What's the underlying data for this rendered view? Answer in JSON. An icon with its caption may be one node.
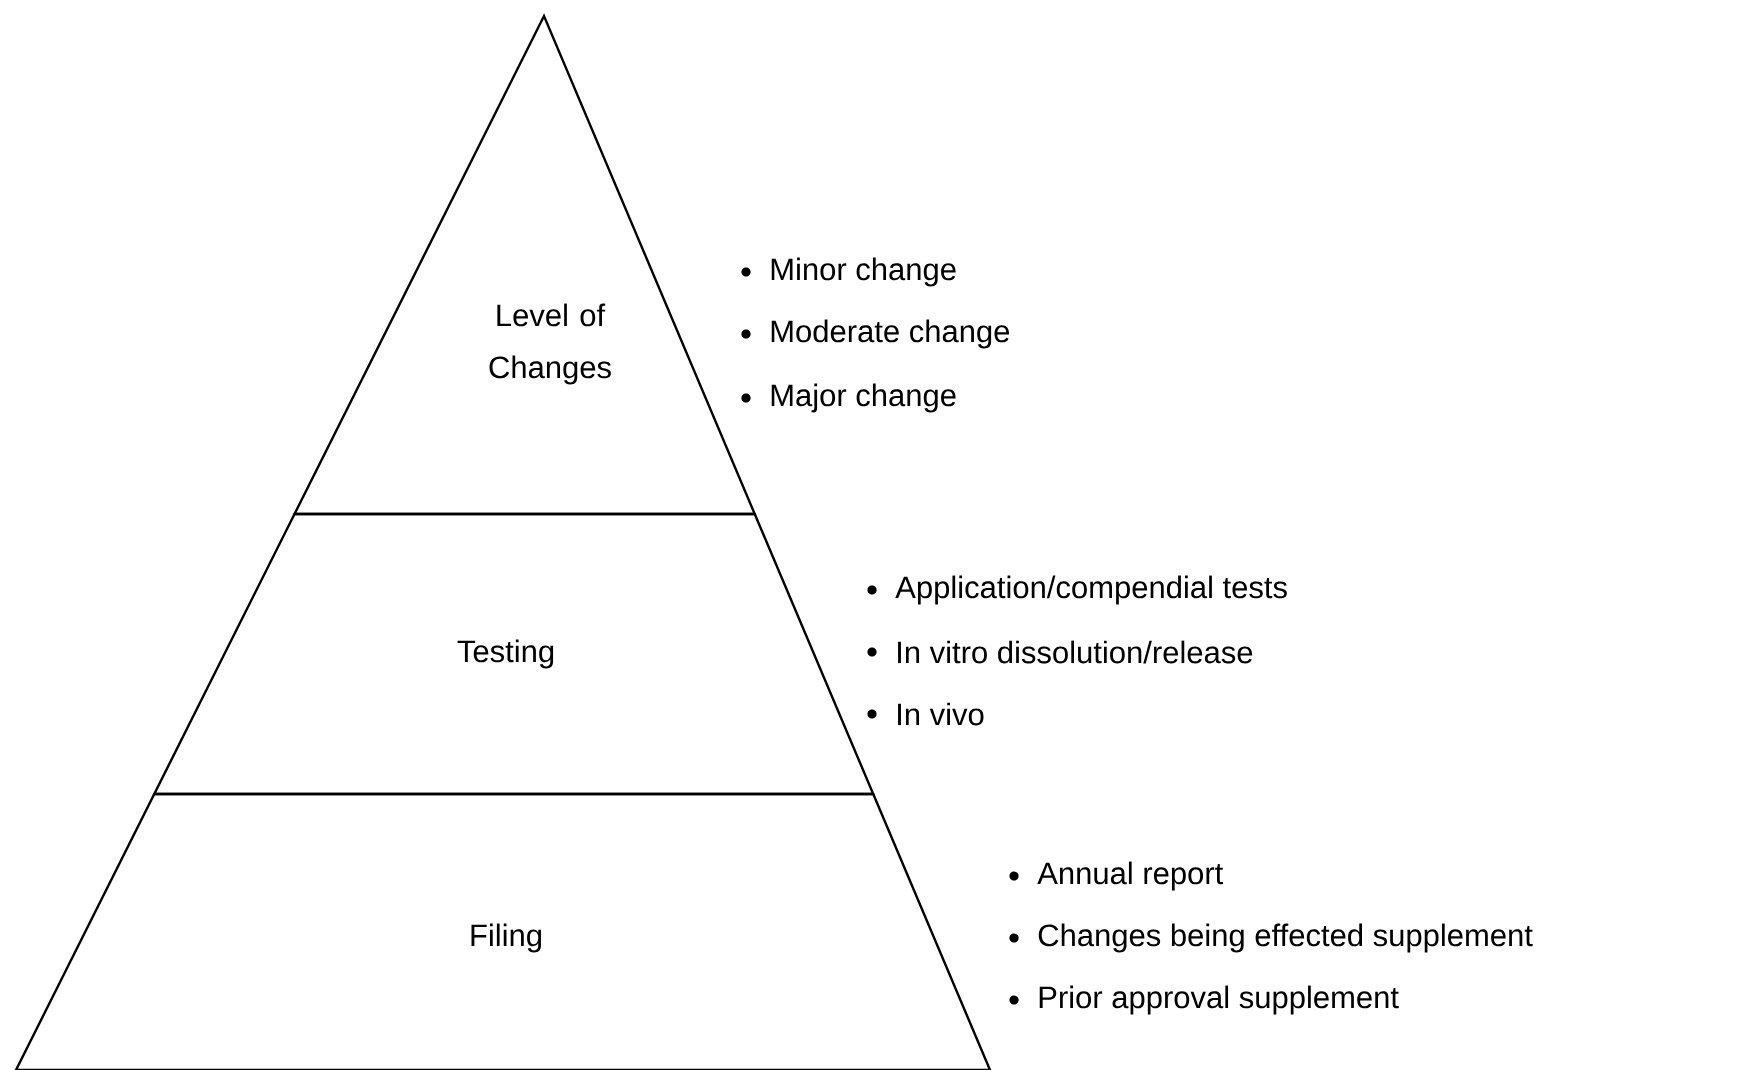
{
  "diagram": {
    "nodes": [
      {
        "text": [
          "Level of Changes"
        ],
        "beside": [
          "Minor change",
          "Moderate change",
          "Major change"
        ]
      },
      {
        "text": [
          "Testing"
        ],
        "beside": [
          "Application/compendial tests",
          "In vitro dissolution/release",
          "In vivo"
        ]
      },
      {
        "text": [
          "Filing"
        ],
        "beside": [
          "Annual report",
          "Changes being effected supplement",
          "Prior approval supplement"
        ]
      }
    ]
  }
}
